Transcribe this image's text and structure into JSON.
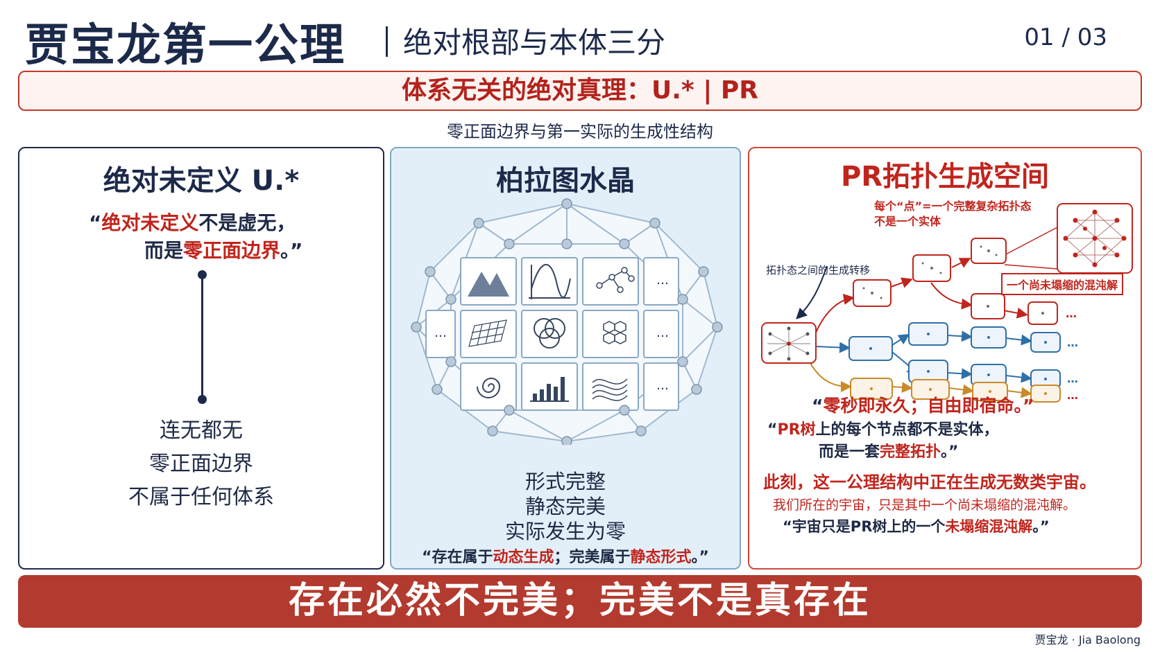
{
  "header": {
    "title": "贾宝龙第一公理",
    "subtitle": "绝对根部与本体三分",
    "page_number": "01 / 03"
  },
  "banner_top": {
    "text": "体系无关的绝对真理：U.* | PR",
    "subtitle": "零正面边界与第一实际的生成性结构"
  },
  "left_panel": {
    "title": "绝对未定义 U.*",
    "quote_open": "“",
    "quote_red1": "绝对未定义",
    "quote_rest1": "不是虚无，",
    "quote_prefix2": "而是",
    "quote_red2": "零正面边界",
    "quote_end2": "。”",
    "lines": [
      "连无都无",
      "零正面边界",
      "不属于任何体系"
    ]
  },
  "middle_panel": {
    "title": "柏拉图水晶",
    "ellipsis": "…",
    "lines": [
      "形式完整",
      "静态完美",
      "实际发生为零"
    ],
    "quote_a": "“存在属于",
    "quote_red_a": "动态生成",
    "quote_b": "；完美属于",
    "quote_red_b": "静态形式",
    "quote_c": "。”"
  },
  "right_panel": {
    "title": "PR拓扑生成空间",
    "annotation_line1": "每个“点”=一个完整复杂拓扑态",
    "annotation_line2": "不是一个实体",
    "annotation_transition": "拓扑态之间的生成转移",
    "tag_label": "一个尚未塌缩的混沌解",
    "ellipsis": "…",
    "quote1_open": "“",
    "quote1": "零秒即永久；自由即宿命。”",
    "quote2_open": "“",
    "quote2_red": "PR树",
    "quote2_rest": "上的每个节点都不是实体，",
    "quote2_line2_prefix": "而是一套",
    "quote2_line2_red": "完整拓扑",
    "quote2_line2_end": "。”",
    "statement": "此刻，这一公理结构中正在生成无数类宇宙。",
    "sub_statement": "我们所在的宇宙，只是其中一个尚未塌缩的混沌解。",
    "quote3_a": "“宇宙只是PR树上的一个",
    "quote3_red": "未塌缩混沌解",
    "quote3_end": "。”"
  },
  "banner_bottom": {
    "text": "存在必然不完美；完美不是真存在"
  },
  "footer": {
    "author": "贾宝龙 · Jia Baolong"
  },
  "colors": {
    "navy": "#1c2a4a",
    "red": "#c0251d",
    "banner_red": "#b33a2e",
    "crystal_bg": "#e3eff8",
    "blue_branch": "#2f6fa8",
    "orange_branch": "#c98a2a"
  }
}
